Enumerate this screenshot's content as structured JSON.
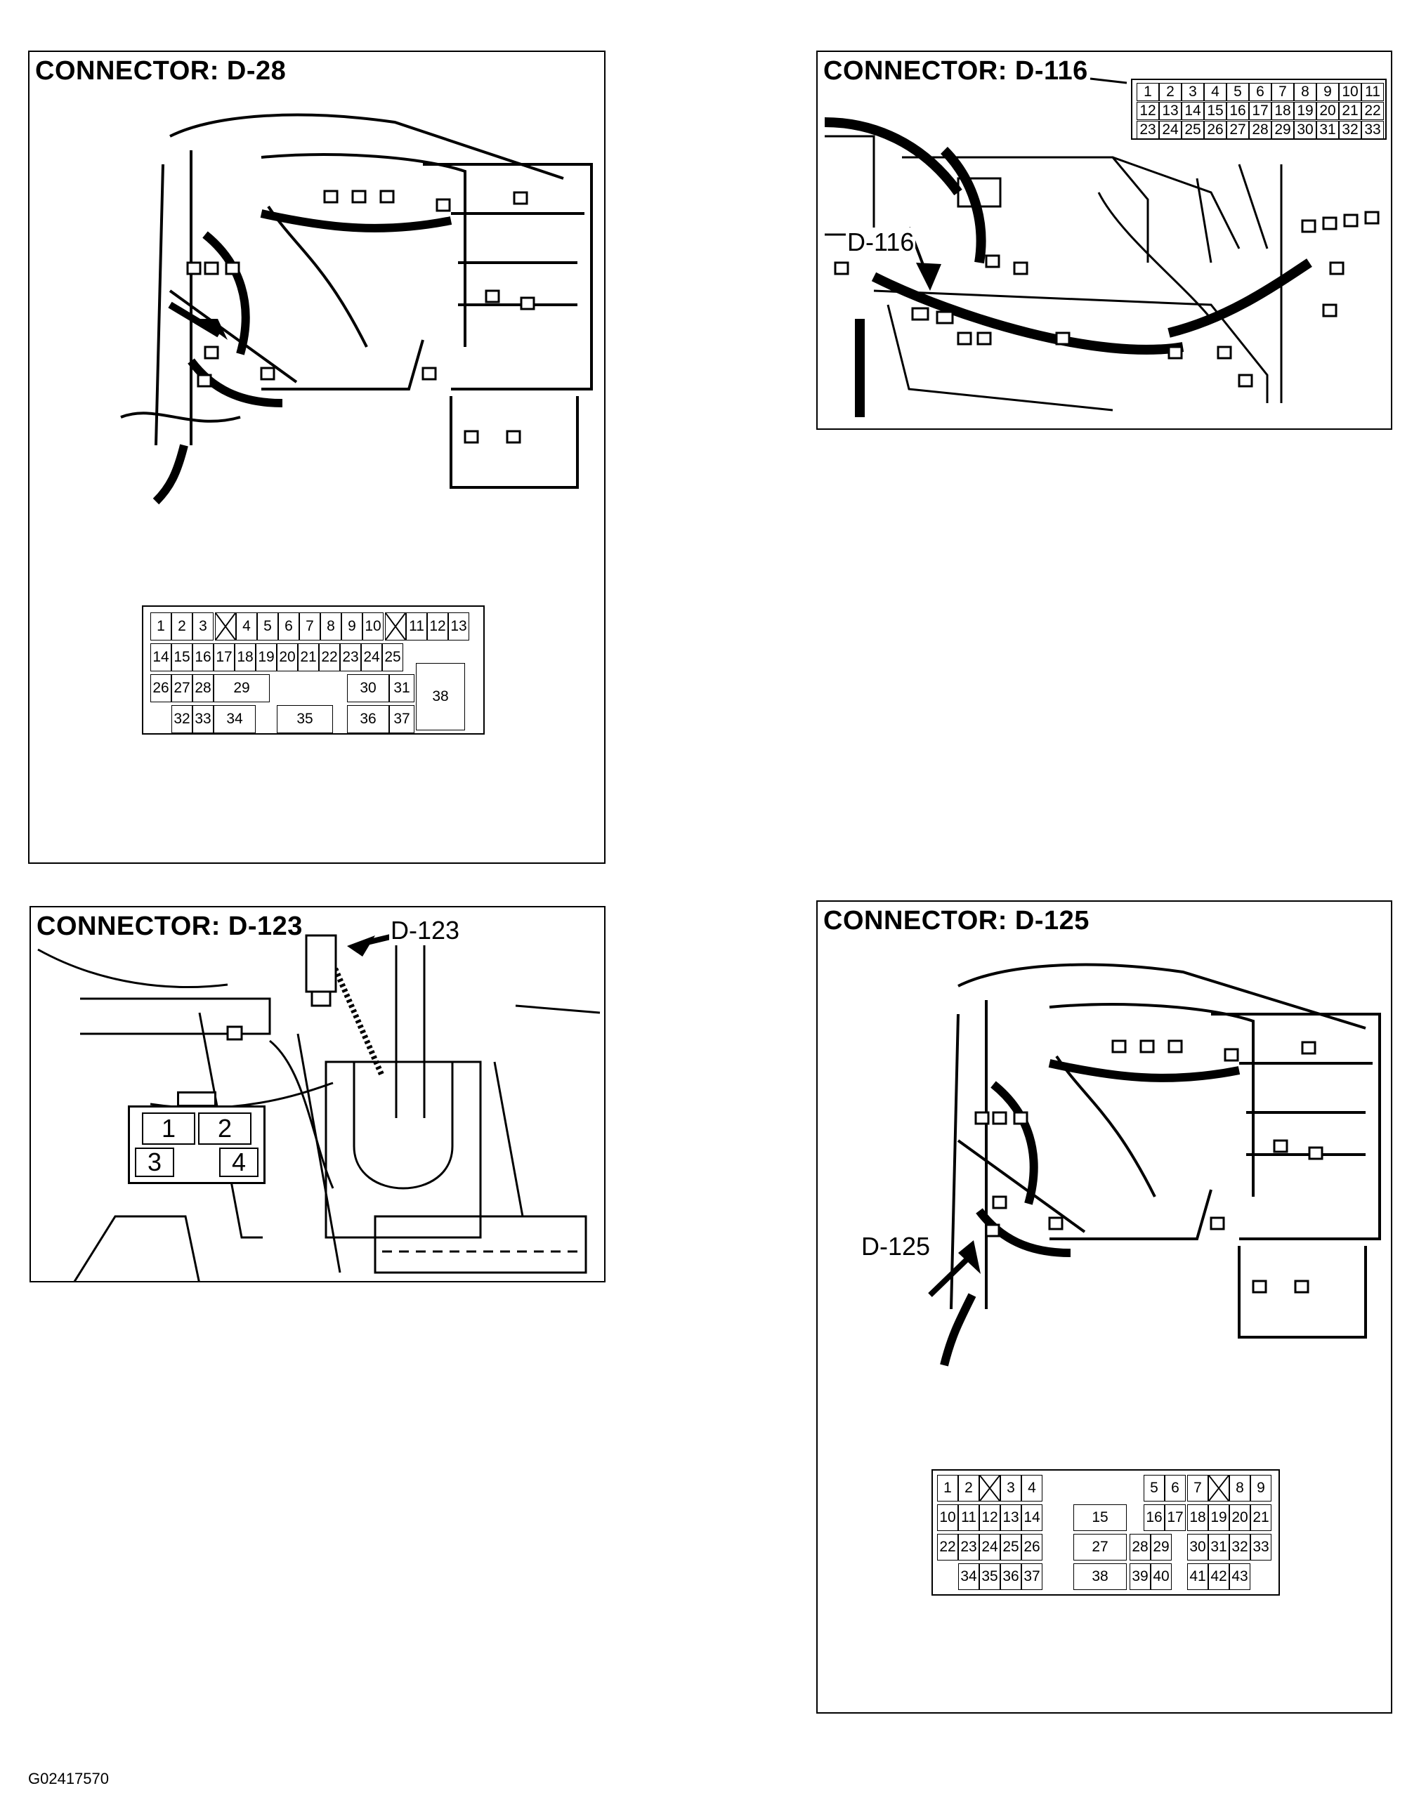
{
  "panels": {
    "d28": {
      "title": "CONNECTOR: D-28",
      "rows": [
        [
          "1",
          "2",
          "3",
          "",
          "4",
          "5",
          "6",
          "7",
          "8",
          "9",
          "10",
          "",
          "11",
          "12",
          "13"
        ],
        [
          "14",
          "15",
          "16",
          "17",
          "18",
          "19",
          "20",
          "21",
          "22",
          "23",
          "24",
          "25"
        ],
        [
          "26",
          "27",
          "28",
          "29",
          "30",
          "31",
          "38"
        ],
        [
          "32",
          "33",
          "34",
          "35",
          "36",
          "37"
        ]
      ]
    },
    "d116": {
      "title": "CONNECTOR: D-116",
      "pointer_label": "D-116",
      "rows": [
        [
          "1",
          "2",
          "3",
          "4",
          "5",
          "6",
          "7",
          "8",
          "9",
          "10",
          "11"
        ],
        [
          "12",
          "13",
          "14",
          "15",
          "16",
          "17",
          "18",
          "19",
          "20",
          "21",
          "22"
        ],
        [
          "23",
          "24",
          "25",
          "26",
          "27",
          "28",
          "29",
          "30",
          "31",
          "32",
          "33"
        ]
      ]
    },
    "d123": {
      "title": "CONNECTOR: D-123",
      "pointer_label": "D-123",
      "pins": [
        "1",
        "2",
        "3",
        "4"
      ]
    },
    "d125": {
      "title": "CONNECTOR: D-125",
      "pointer_label": "D-125",
      "rows": [
        [
          "1",
          "2",
          "",
          "3",
          "4",
          "5",
          "6",
          "7",
          "",
          "8",
          "9"
        ],
        [
          "10",
          "11",
          "12",
          "13",
          "14",
          "15",
          "16",
          "17",
          "18",
          "19",
          "20",
          "21"
        ],
        [
          "22",
          "23",
          "24",
          "25",
          "26",
          "27",
          "28",
          "29",
          "30",
          "31",
          "32",
          "33"
        ],
        [
          "34",
          "35",
          "36",
          "37",
          "38",
          "39",
          "40",
          "41",
          "42",
          "43"
        ]
      ]
    }
  },
  "footer": {
    "code": "G02417570"
  }
}
